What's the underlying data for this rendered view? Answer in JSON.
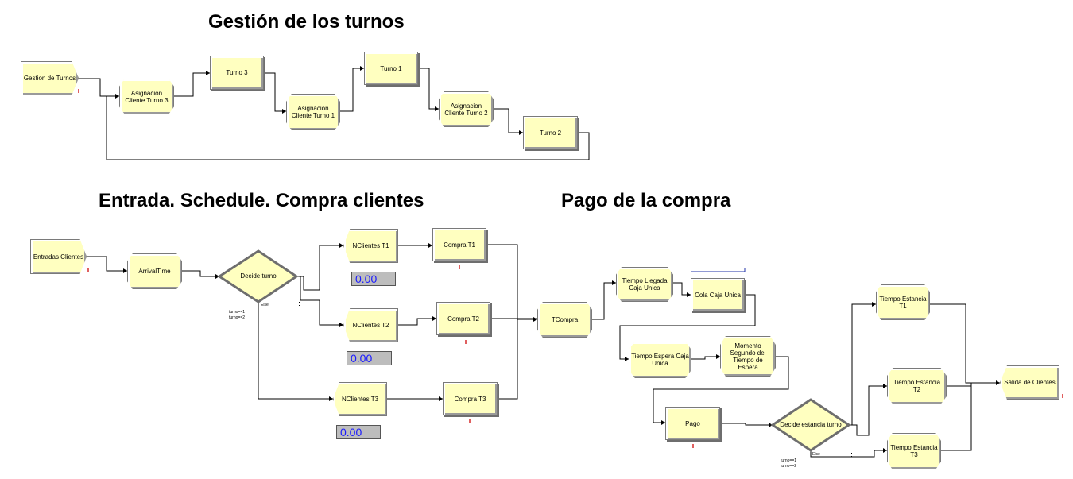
{
  "sections": {
    "turnos": "Gestión de los turnos",
    "entrada": "Entrada. Schedule. Compra clientes",
    "pago": "Pago de la compra"
  },
  "modules": {
    "gestion_turnos": "Gestion de Turnos",
    "asig_t3": "Asignacion Cliente Turno 3",
    "turno3": "Turno 3",
    "asig_t1": "Asignacion Cliente Turno 1",
    "turno1": "Turno 1",
    "asig_t2": "Asignacion Cliente Turno 2",
    "turno2": "Turno 2",
    "entradas": "Entradas Clientes",
    "arrival": "ArrivalTime",
    "decide_turno": "Decide turno",
    "ncli_t1": "NClientes T1",
    "ncli_t2": "NClientes T2",
    "ncli_t3": "NClientes T3",
    "compra_t1": "Compra T1",
    "compra_t2": "Compra T2",
    "compra_t3": "Compra T3",
    "tcompra": "TCompra",
    "llegada": "Tiempo Llegada Caja Unica",
    "cola": "Cola Caja Unica",
    "espera": "Tiempo Espera Caja Unica",
    "momento": "Momento Segundo del Tiempo de Espera",
    "pago": "Pago",
    "decide_estancia": "Decide estancia turno",
    "estancia_t1": "Tiempo Estancia T1",
    "estancia_t2": "Tiempo Estancia T2",
    "estancia_t3": "Tiempo Estancia T3",
    "salida": "Salida de Clientes"
  },
  "variables": {
    "ncli_t1": "0.00",
    "ncli_t2": "0.00",
    "ncli_t3": "0.00"
  },
  "conditions": {
    "decide_turno": [
      "turno==1",
      "turno==2"
    ],
    "decide_estancia": [
      "turno==1",
      "turno==2"
    ],
    "else": "Else"
  }
}
